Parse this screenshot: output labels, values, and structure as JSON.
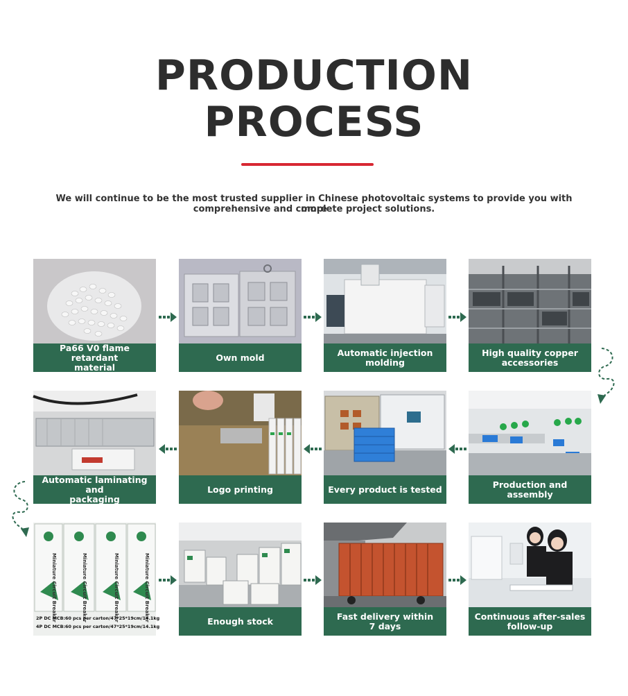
{
  "header": {
    "title_line1": "PRODUCTION",
    "title_line2": "PROCESS",
    "subtitle_line1": "We will continue to be the most trusted supplier in Chinese photovoltaic systems to provide you with more",
    "subtitle_line2": "comprehensive and complete project solutions."
  },
  "steps": [
    {
      "label_line1": "Pa66 V0 flame retardant",
      "label_line2": "material",
      "image": "white-pellets-photo"
    },
    {
      "label_line1": "Own mold",
      "label_line2": "",
      "image": "steel-mold-photo"
    },
    {
      "label_line1": "Automatic injection",
      "label_line2": "molding",
      "image": "injection-machine-photo"
    },
    {
      "label_line1": "High quality copper",
      "label_line2": "accessories",
      "image": "warehouse-shelves-photo"
    },
    {
      "label_line1": "Production and assembly",
      "label_line2": "",
      "image": "assembly-line-photo"
    },
    {
      "label_line1": "Every product is tested",
      "label_line2": "",
      "image": "test-bench-photo"
    },
    {
      "label_line1": "Logo printing",
      "label_line2": "",
      "image": "pad-printing-photo"
    },
    {
      "label_line1": "Automatic laminating and",
      "label_line2": "packaging",
      "image": "shrink-wrap-machine-photo"
    },
    {
      "label_line1": "",
      "label_line2": "",
      "image": "product-cartons-photo",
      "caption_line1": "2P DC MCB:60 pcs per carton/47*25*19cm/14.1kg",
      "caption_line2": "4P DC MCB:60 pcs per carton/47*25*19cm/14.1kg",
      "box_text": "Miniature Circuit Breaker"
    },
    {
      "label_line1": "Enough stock",
      "label_line2": "",
      "image": "stock-warehouse-photo"
    },
    {
      "label_line1": "Fast delivery within",
      "label_line2": "7 days",
      "image": "container-truck-photo"
    },
    {
      "label_line1": "Continuous after-sales",
      "label_line2": "follow-up",
      "image": "call-center-photo"
    }
  ],
  "colors": {
    "label_green": "#2e6a50",
    "arrow_green": "#2e6a50",
    "accent_red": "#d72832",
    "title_dark": "#2d2d2d"
  }
}
